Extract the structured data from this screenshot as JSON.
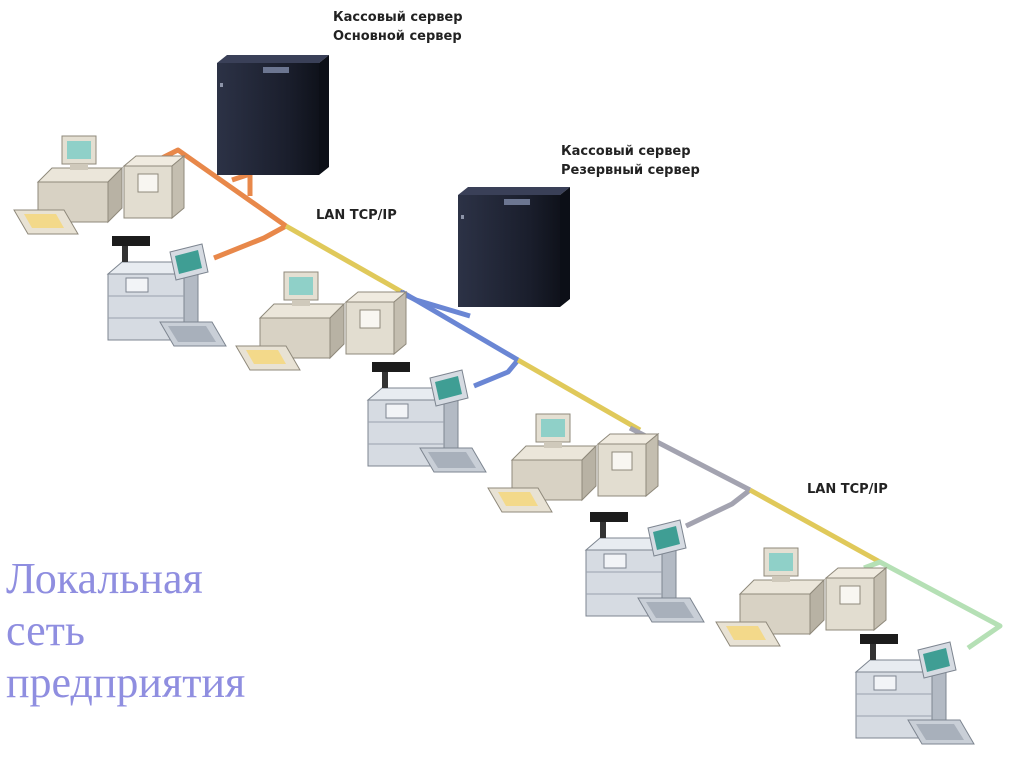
{
  "servers": {
    "main": {
      "line1": "Кассовый сервер",
      "line2": "Основной сервер"
    },
    "backup": {
      "line1": "Кассовый сервер",
      "line2": "Резервный сервер"
    }
  },
  "network_labels": [
    "LAN TCP/IP",
    "LAN TCP/IP"
  ],
  "title_lines": [
    "Локальная",
    "сеть",
    "предприятия"
  ],
  "colors": {
    "segment_orange": "#e8884a",
    "segment_yellow": "#e0c95a",
    "segment_blue": "#6a86d4",
    "segment_gray": "#a3a3b0",
    "segment_green": "#b5e0b5",
    "title": "#8f8ee0",
    "server_body": "#1e2230"
  },
  "icons": [
    "server-icon",
    "pos-terminal-icon",
    "workstation-icon"
  ]
}
